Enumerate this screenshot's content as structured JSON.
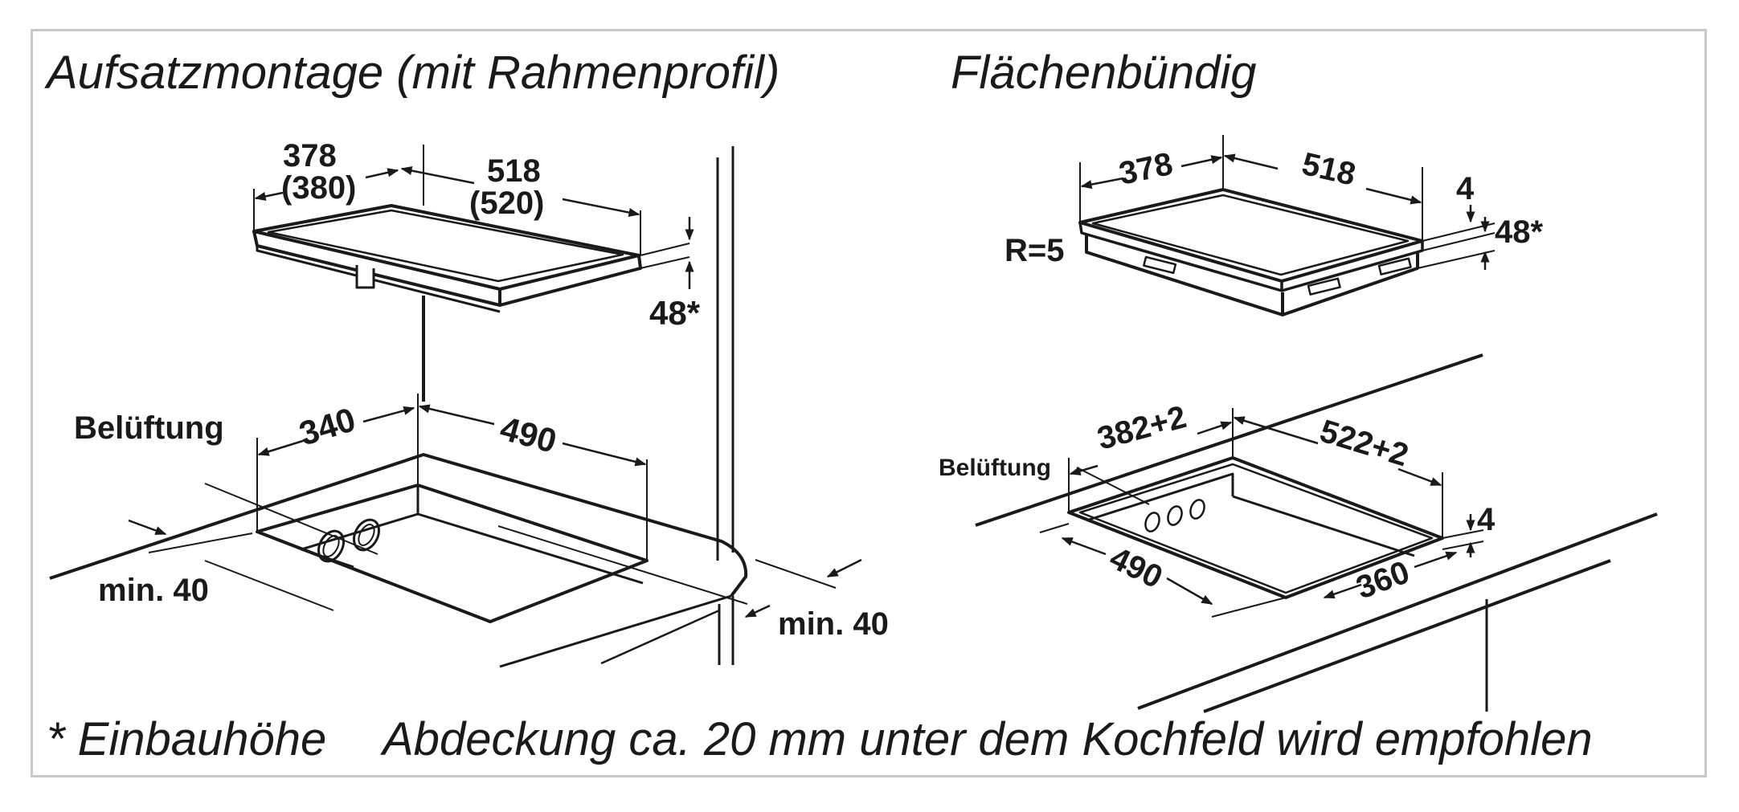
{
  "titles": {
    "left": "Aufsatzmontage (mit Rahmenprofil)",
    "right": "Flächenbündig"
  },
  "footer": {
    "note": "* Einbauhöhe",
    "recommendation": "Abdeckung ca. 20 mm unter dem Kochfeld wird empfohlen"
  },
  "left_hob": {
    "width": "378",
    "width_alt": "(380)",
    "depth": "518",
    "depth_alt": "(520)",
    "height": "48*"
  },
  "left_cutout": {
    "label": "Belüftung",
    "width": "340",
    "depth": "490",
    "min_front": "min. 40",
    "min_back": "min. 40"
  },
  "right_hob": {
    "width": "378",
    "depth": "518",
    "radius": "R=5",
    "rim": "4",
    "height": "48*"
  },
  "right_cutout": {
    "label": "Belüftung",
    "width": "382+2",
    "depth": "522+2",
    "inner_depth": "490",
    "inner_width": "360",
    "step": "4"
  },
  "colors": {
    "line": "#1a1a1a",
    "frame": "#c8c8c8",
    "background": "#ffffff"
  }
}
